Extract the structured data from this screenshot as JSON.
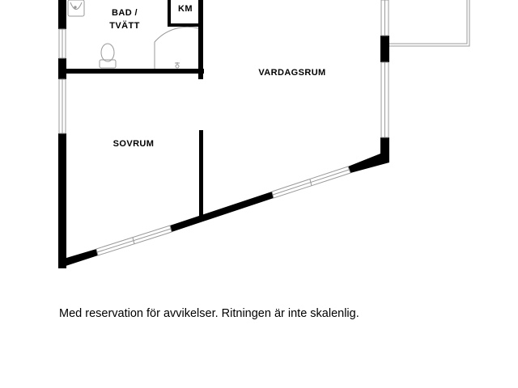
{
  "rooms": {
    "bathroom": [
      "BAD /",
      "TVÄTT"
    ],
    "closet": "KM",
    "living_room": "VARDAGSRUM",
    "bedroom": "SOVRUM"
  },
  "disclaimer": "Med reservation för avvikelser. Ritningen är inte skalenlig.",
  "colors": {
    "wall": "#000000",
    "window_line": "#999999",
    "background": "#ffffff"
  }
}
